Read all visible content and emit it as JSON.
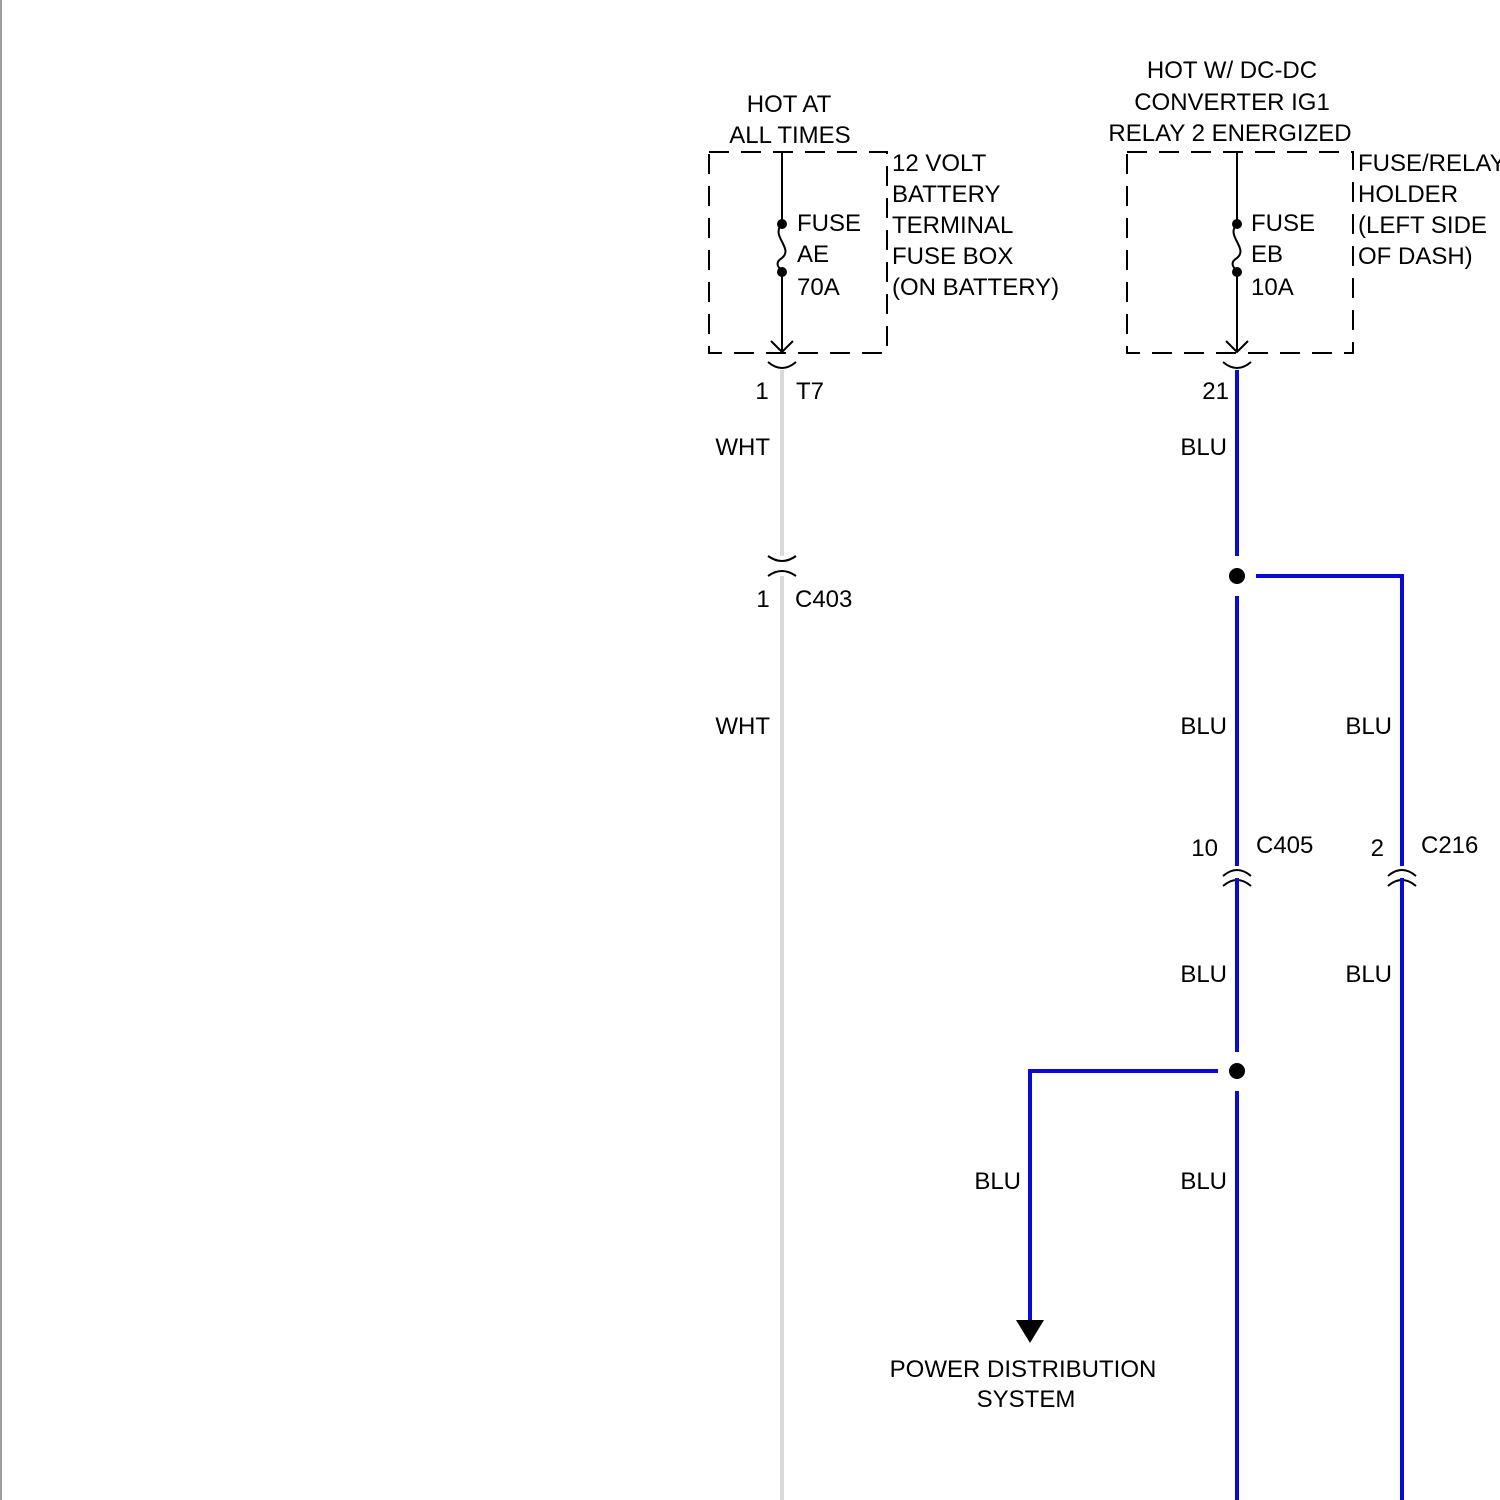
{
  "colors": {
    "wht_wire": "#d9d9d9",
    "blu_wire": "#0a0ad6",
    "ink": "#000000"
  },
  "left_circuit": {
    "source_line1": "HOT AT",
    "source_line2": "ALL TIMES",
    "fuse_label": "FUSE",
    "fuse_name": "AE",
    "fuse_rating": "70A",
    "box_line1": "12 VOLT",
    "box_line2": "BATTERY",
    "box_line3": "TERMINAL",
    "box_line4": "FUSE BOX",
    "box_line5": "(ON BATTERY)",
    "connector1_pin": "1",
    "connector1_name": "T7",
    "wire1_color": "WHT",
    "connector2_pin": "1",
    "connector2_name": "C403",
    "wire2_color": "WHT"
  },
  "right_circuit": {
    "source_line1": "HOT W/ DC-DC",
    "source_line2": "CONVERTER IG1",
    "source_line3": "RELAY 2 ENERGIZED",
    "fuse_label": "FUSE",
    "fuse_name": "EB",
    "fuse_rating": "10A",
    "box_line1": "FUSE/RELAY",
    "box_line2": "HOLDER",
    "box_line3": "(LEFT SIDE",
    "box_line4": "OF DASH)",
    "connector_pin": "21",
    "wire_top": "BLU",
    "wire_mid": "BLU",
    "wire_branch": "BLU",
    "c405_pin": "10",
    "c405_name": "C405",
    "c216_pin": "2",
    "c216_name": "C216",
    "wire_after_c405": "BLU",
    "wire_after_c216": "BLU",
    "wire_to_pds": "BLU",
    "wire_bottom": "BLU",
    "pds_line1": "POWER DISTRIBUTION",
    "pds_line2": "SYSTEM"
  }
}
